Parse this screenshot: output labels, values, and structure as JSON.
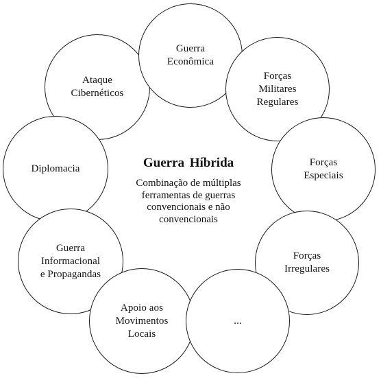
{
  "diagram": {
    "center": {
      "title": "Guerra Híbrida",
      "description": "Combinação de múltiplas\nferramentas de guerras\nconvencionais e não\nconvencionais"
    },
    "nodes": [
      {
        "id": "guerra-economica",
        "label": "Guerra\nEconômica"
      },
      {
        "id": "forcas-militares-regulares",
        "label": "Forças\nMilitares\nRegulares"
      },
      {
        "id": "forcas-especiais",
        "label": "Forças\nEspeciais"
      },
      {
        "id": "forcas-irregulares",
        "label": "Forças\nIrregulares"
      },
      {
        "id": "ellipsis",
        "label": "..."
      },
      {
        "id": "apoio-movimentos-locais",
        "label": "Apoio aos\nMovimentos\nLocais"
      },
      {
        "id": "guerra-informacional",
        "label": "Guerra\nInformacional\ne Propagandas"
      },
      {
        "id": "diplomacia",
        "label": "Diplomacia"
      },
      {
        "id": "ataque-ciberneticos",
        "label": "Ataque\nCibernéticos"
      }
    ]
  }
}
